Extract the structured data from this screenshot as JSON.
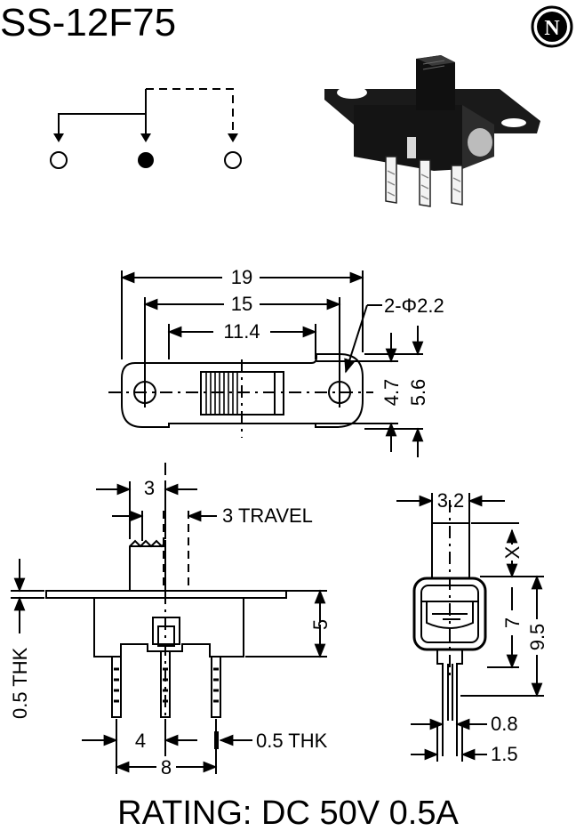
{
  "title": "SS-12F75",
  "logo_letter": "N",
  "rating": "RATING: DC 50V 0.5A",
  "top_view": {
    "dim_overall": "19",
    "dim_hole_pitch": "15",
    "dim_body": "11.4",
    "dim_holes": "2-Φ2.2",
    "dim_body_height": "4.7",
    "dim_frame_height": "5.6"
  },
  "front_view": {
    "dim_actuator": "3",
    "travel": "3 TRAVEL",
    "dim_body_height": "5",
    "frame_thickness": "0.5 THK",
    "dim_pin_pitch": "4",
    "dim_pin_span": "8",
    "pin_thickness": "0.5 THK"
  },
  "side_view": {
    "dim_width": "3.2",
    "dim_x": "X",
    "dim_7": "7",
    "dim_9_5": "9.5",
    "dim_0_8": "0.8",
    "dim_1_5": "1.5"
  }
}
